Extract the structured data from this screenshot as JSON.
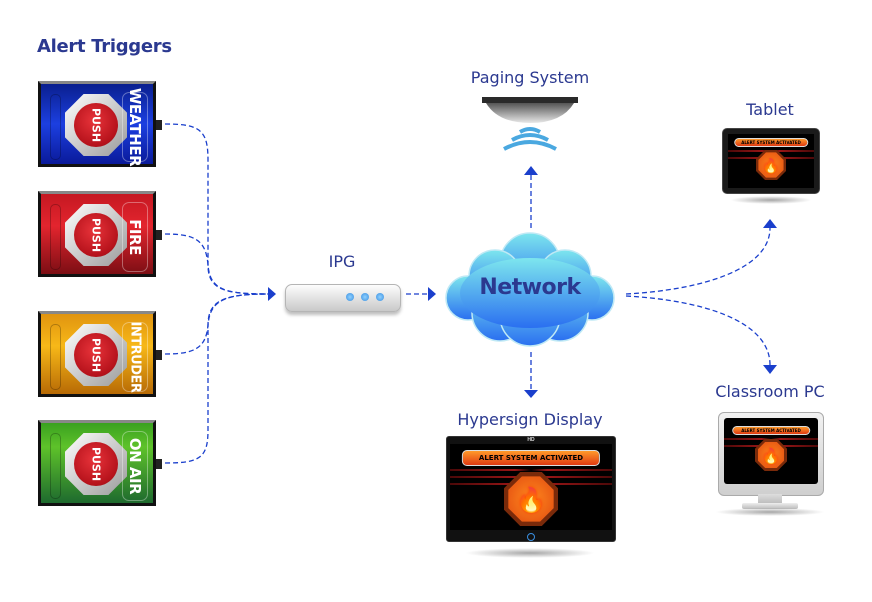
{
  "title": "Alert Triggers",
  "triggers": [
    {
      "label": "WEATHER",
      "button": "PUSH",
      "color": "blue"
    },
    {
      "label": "FIRE",
      "button": "PUSH",
      "color": "red"
    },
    {
      "label": "INTRUDER",
      "button": "PUSH",
      "color": "yellow"
    },
    {
      "label": "ON AIR",
      "button": "PUSH",
      "color": "green"
    }
  ],
  "nodes": {
    "ipg": "IPG",
    "network": "Network",
    "paging": "Paging System",
    "tablet": "Tablet",
    "classroom_pc": "Classroom PC",
    "hypersign": "Hypersign Display"
  },
  "screen": {
    "banner": "ALERT SYSTEM ACTIVATED",
    "hd_badge": "HD",
    "flame_icon": "🔥"
  },
  "colors": {
    "connector": "#1a3fcc",
    "label_text": "#2b3990",
    "cloud_top": "#7de6ee",
    "cloud_bottom": "#2a6ff0"
  }
}
